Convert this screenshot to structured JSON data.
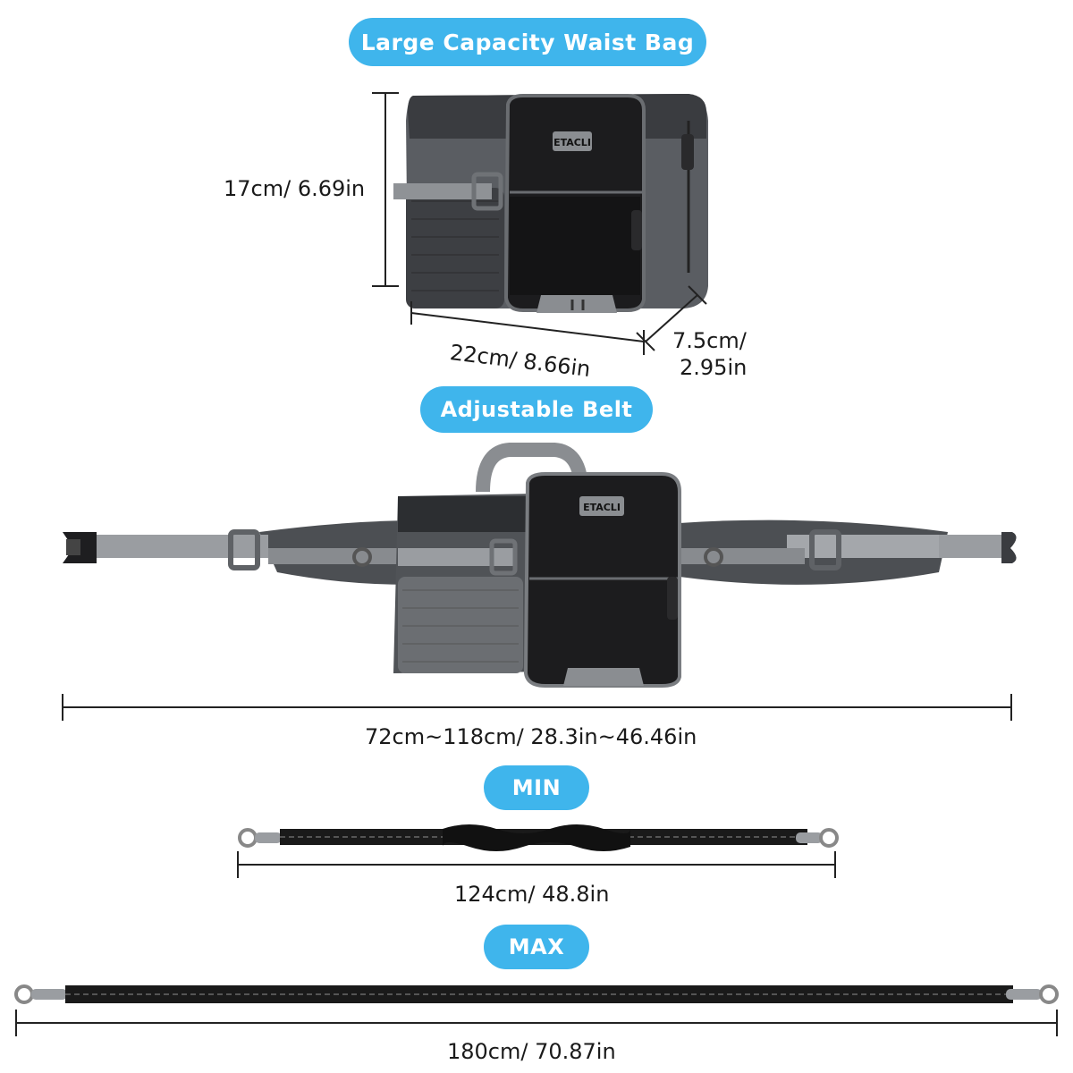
{
  "labels": {
    "bag": "Large Capacity Waist Bag",
    "belt": "Adjustable Belt",
    "min": "MIN",
    "max": "MAX"
  },
  "dimensions": {
    "height": "17cm/ 6.69in",
    "width": "22cm/ 8.66in",
    "depth_line1": "7.5cm/",
    "depth_line2": "2.95in",
    "belt_length": "72cm~118cm/ 28.3in~46.46in",
    "leash_min": "124cm/ 48.8in",
    "leash_max": "180cm/ 70.87in"
  },
  "brand": "ETACLI",
  "colors": {
    "pill": "#3fb5ec",
    "bag_dark": "#1c1c1e",
    "bag_grey": "#5a5d62",
    "strap_grey": "#9a9da1"
  }
}
